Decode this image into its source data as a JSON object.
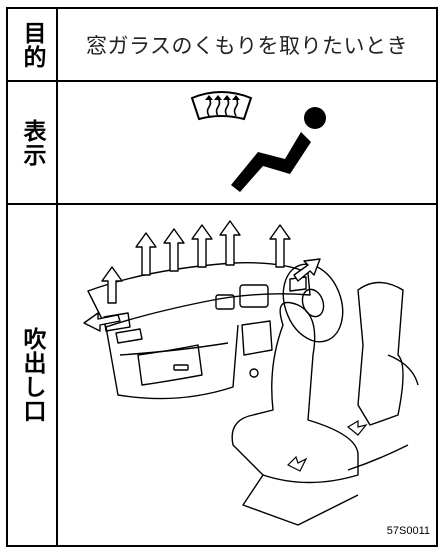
{
  "rows": {
    "purpose": {
      "label": "目的",
      "text": "窓ガラスのくもりを取りたいとき"
    },
    "display": {
      "label": "表示",
      "icons": [
        "front-defroster-icon",
        "ventilation-mode-seat-icon"
      ]
    },
    "vents": {
      "label": "吹出し口",
      "figure_code": "57S0011"
    }
  }
}
